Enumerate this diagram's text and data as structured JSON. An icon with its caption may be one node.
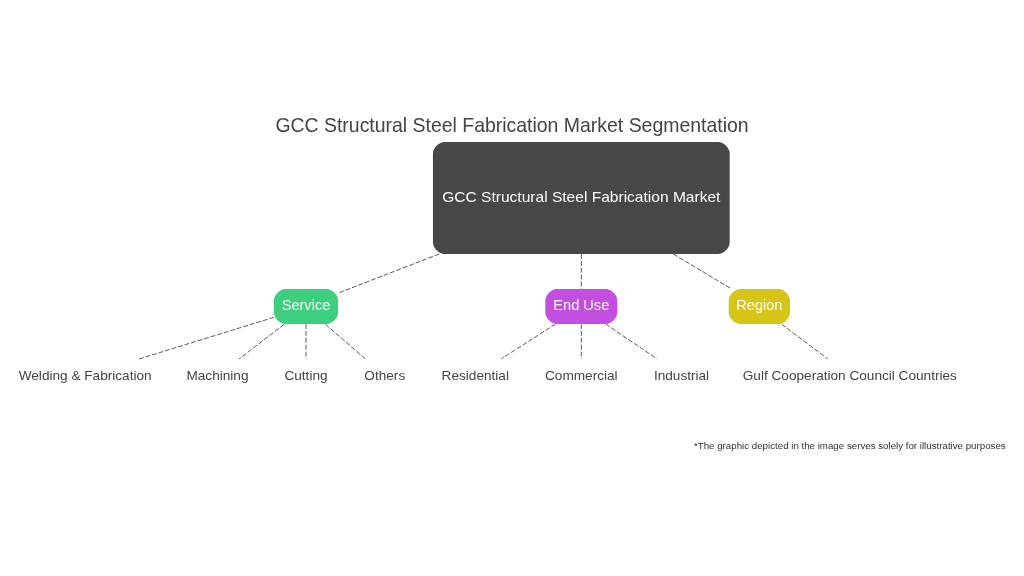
{
  "diagram": {
    "title": "GCC Structural Steel Fabrication Market Segmentation",
    "nodes": [
      {
        "text": [
          "GCC Structural Steel Fabrication Market"
        ]
      },
      {
        "text": [
          "Service"
        ]
      },
      {
        "text": [
          "Welding & Fabrication"
        ]
      },
      {
        "text": [
          "Machining"
        ]
      },
      {
        "text": [
          "Cutting"
        ]
      },
      {
        "text": [
          "Others"
        ]
      },
      {
        "text": [
          "End Use"
        ]
      },
      {
        "text": [
          "Residential"
        ]
      },
      {
        "text": [
          "Commercial"
        ]
      },
      {
        "text": [
          "Industrial"
        ]
      },
      {
        "text": [
          "Region"
        ]
      },
      {
        "text": [
          "Gulf Cooperation Council Countries"
        ]
      }
    ],
    "edges": [
      {
        "from": 0,
        "to": 1,
        "arrow": "none",
        "style": "dashed"
      },
      {
        "from": 1,
        "to": 2,
        "arrow": "none",
        "style": "dashed"
      },
      {
        "from": 1,
        "to": 3,
        "arrow": "none",
        "style": "dashed"
      },
      {
        "from": 1,
        "to": 4,
        "arrow": "none",
        "style": "dashed"
      },
      {
        "from": 1,
        "to": 5,
        "arrow": "none",
        "style": "dashed"
      },
      {
        "from": 0,
        "to": 6,
        "arrow": "none",
        "style": "dashed"
      },
      {
        "from": 6,
        "to": 7,
        "arrow": "none",
        "style": "dashed"
      },
      {
        "from": 6,
        "to": 8,
        "arrow": "none",
        "style": "dashed"
      },
      {
        "from": 6,
        "to": 9,
        "arrow": "none",
        "style": "dashed"
      },
      {
        "from": 0,
        "to": 10,
        "arrow": "none",
        "style": "dashed"
      },
      {
        "from": 10,
        "to": 11,
        "arrow": "none",
        "style": "dashed"
      }
    ],
    "labels": [
      "*The graphic depicted in the image serves solely for illustrative purposes"
    ]
  }
}
